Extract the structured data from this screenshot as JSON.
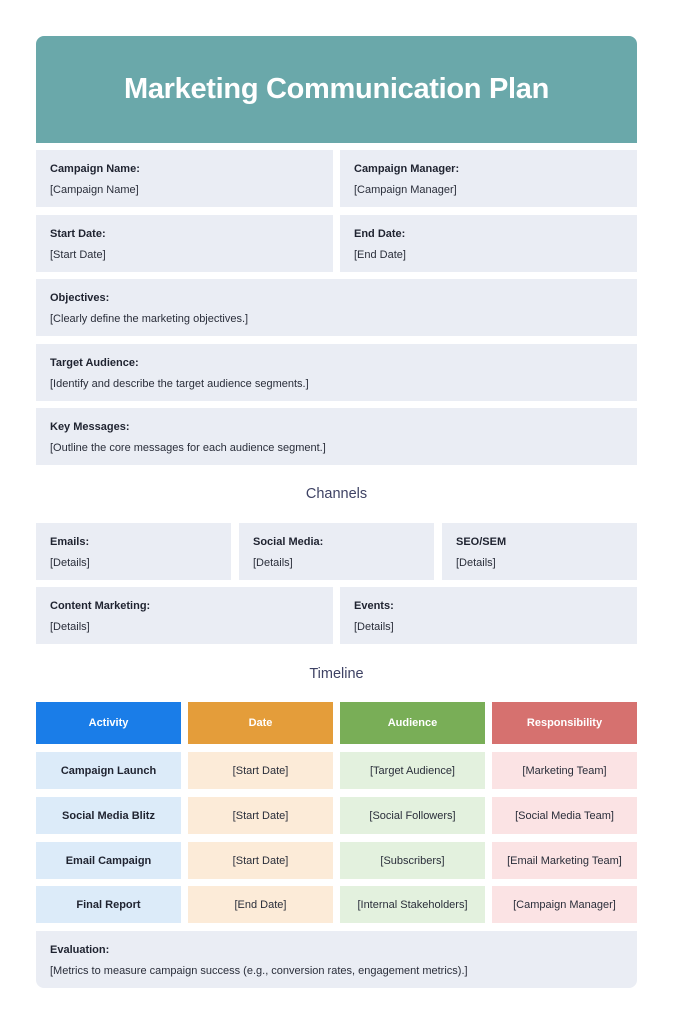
{
  "title": "Marketing Communication Plan",
  "fields": {
    "campaign_name": {
      "label": "Campaign Name:",
      "value": "[Campaign Name]"
    },
    "campaign_manager": {
      "label": "Campaign Manager:",
      "value": "[Campaign Manager]"
    },
    "start_date": {
      "label": "Start Date:",
      "value": "[Start Date]"
    },
    "end_date": {
      "label": "End Date:",
      "value": "[End Date]"
    },
    "objectives": {
      "label": "Objectives:",
      "value": "[Clearly define the marketing objectives.]"
    },
    "target_audience": {
      "label": "Target Audience:",
      "value": "[Identify and describe the target audience segments.]"
    },
    "key_messages": {
      "label": "Key Messages:",
      "value": "[Outline the core messages for each audience segment.]"
    }
  },
  "channels": {
    "title": "Channels",
    "emails": {
      "label": "Emails:",
      "value": "[Details]"
    },
    "social_media": {
      "label": "Social Media:",
      "value": "[Details]"
    },
    "seo_sem": {
      "label": "SEO/SEM",
      "value": "[Details]"
    },
    "content_marketing": {
      "label": "Content Marketing:",
      "value": "[Details]"
    },
    "events": {
      "label": "Events:",
      "value": "[Details]"
    }
  },
  "timeline": {
    "title": "Timeline",
    "headers": [
      "Activity",
      "Date",
      "Audience",
      "Responsibility"
    ],
    "header_colors": [
      "#1a7de8",
      "#e49d3a",
      "#79ae57",
      "#d6716f"
    ],
    "cell_colors": [
      "#dcebf9",
      "#fcebd8",
      "#e3f1de",
      "#fbe3e4"
    ],
    "rows": [
      [
        "Campaign Launch",
        "[Start Date]",
        "[Target Audience]",
        "[Marketing Team]"
      ],
      [
        "Social Media Blitz",
        "[Start Date]",
        "[Social Followers]",
        "[Social Media Team]"
      ],
      [
        "Email Campaign",
        "[Start Date]",
        "[Subscribers]",
        "[Email Marketing Team]"
      ],
      [
        "Final Report",
        "[End Date]",
        "[Internal Stakeholders]",
        "[Campaign Manager]"
      ]
    ]
  },
  "evaluation": {
    "label": "Evaluation:",
    "value": "[Metrics to measure campaign success (e.g., conversion rates, engagement metrics).]"
  }
}
